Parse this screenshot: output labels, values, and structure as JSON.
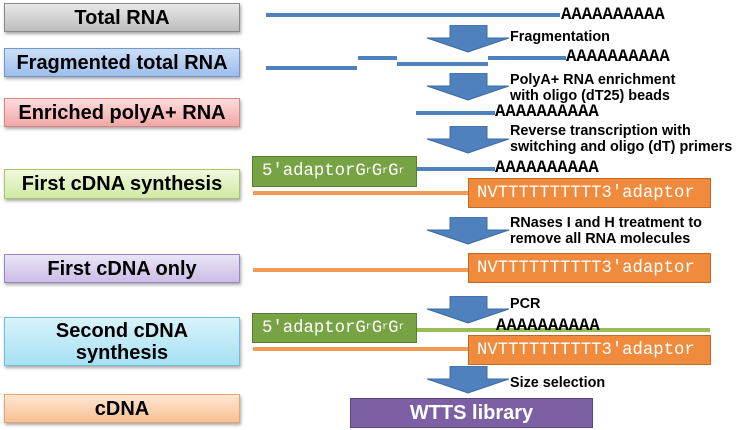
{
  "stages": [
    {
      "label": "Total RNA"
    },
    {
      "label": "Fragmented total RNA"
    },
    {
      "label": "Enriched polyA+ RNA"
    },
    {
      "label": "First cDNA synthesis"
    },
    {
      "label": "First cDNA only"
    },
    {
      "label": "Second cDNA synthesis"
    },
    {
      "label": "cDNA"
    }
  ],
  "steps": [
    {
      "lines": [
        "Fragmentation"
      ]
    },
    {
      "lines": [
        "PolyA+ RNA enrichment",
        "with oligo (dT25) beads"
      ]
    },
    {
      "lines": [
        "Reverse transcription with",
        "switching and oligo (dT) primers"
      ]
    },
    {
      "lines": [
        "RNases I and H treatment to",
        "remove all RNA molecules"
      ]
    },
    {
      "lines": [
        "PCR"
      ]
    },
    {
      "lines": [
        "Size selection"
      ]
    }
  ],
  "sequences": {
    "poly_a_tail": "AAAAAAAAAA",
    "adaptor_5_prefix": "5′adaptor",
    "adaptor_5_base": "G",
    "adaptor_5_subscript": "r",
    "adaptor_3": "NVTTTTTTTTTT3′adaptor"
  },
  "product": {
    "label": "WTTS library"
  }
}
